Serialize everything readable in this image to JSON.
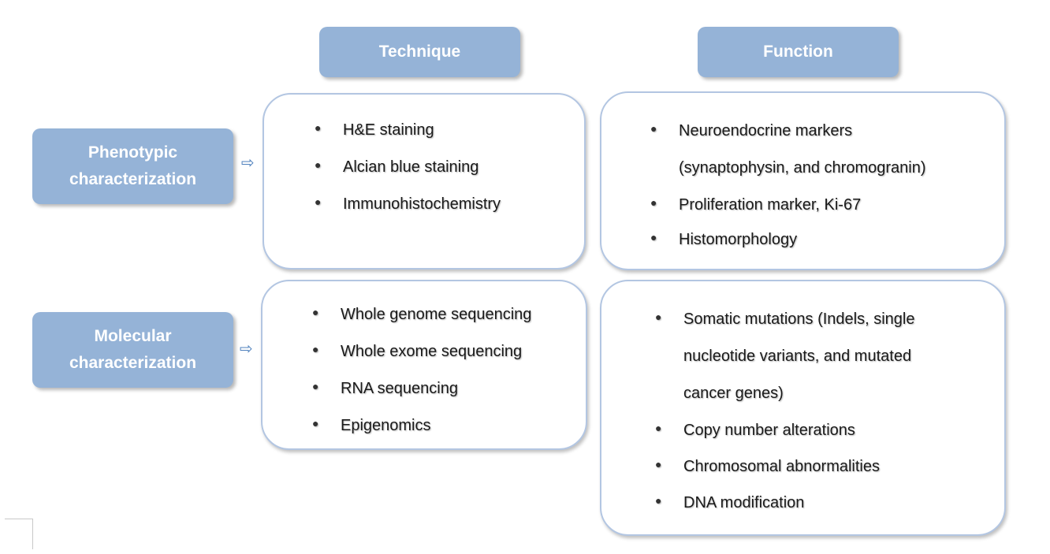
{
  "headers": {
    "technique": "Technique",
    "function": "Function"
  },
  "rows": [
    {
      "label_line1": "Phenotypic",
      "label_line2": "characterization"
    },
    {
      "label_line1": "Molecular",
      "label_line2": "characterization"
    }
  ],
  "arrow_glyph": "⇨",
  "bullet_glyph": "●",
  "phenotypic_technique": [
    "H&E staining",
    "Alcian blue staining",
    "Immunohistochemistry"
  ],
  "phenotypic_function": [
    "Neuroendocrine markers",
    "(synaptophysin, and chromogranin)",
    "Proliferation marker, Ki-67",
    "Histomorphology"
  ],
  "molecular_technique": [
    "Whole genome sequencing",
    "Whole exome sequencing",
    "RNA sequencing",
    "Epigenomics"
  ],
  "molecular_function": [
    "Somatic mutations (Indels, single",
    "nucleotide variants, and mutated",
    "cancer genes)",
    "Copy number alterations",
    "Chromosomal abnormalities",
    "DNA modification"
  ],
  "colors": {
    "header_fill": "#95b3d7",
    "box_border": "#b3c6e2",
    "arrow": "#4f81bd"
  }
}
